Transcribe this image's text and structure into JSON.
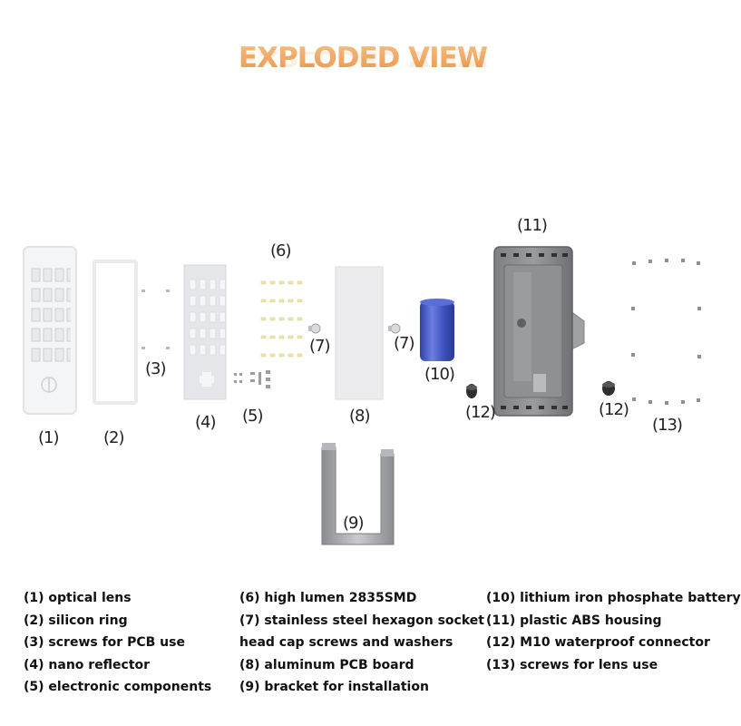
{
  "title": "EXPLODED VIEW",
  "labels": {
    "p1": "(1)",
    "p2": "(2)",
    "p3": "(3)",
    "p4": "(4)",
    "p5": "(5)",
    "p6": "(6)",
    "p7a": "(7)",
    "p7b": "(7)",
    "p8": "(8)",
    "p9": "(9)",
    "p10": "(10)",
    "p11": "(11)",
    "p12a": "(12)",
    "p12b": "(12)",
    "p13": "(13)"
  },
  "legend": {
    "col1": [
      "(1) optical lens",
      "(2) silicon ring",
      "(3) screws for PCB use",
      "(4) nano reflector",
      "(5) electronic components"
    ],
    "col2": [
      "(6) high lumen 2835SMD",
      "(7) stainless steel hexagon socket",
      "head cap screws and washers",
      "(8) aluminum PCB board",
      "(9) bracket for installation"
    ],
    "col3": [
      "(10) lithium iron phosphate battery",
      "(11) plastic ABS housing",
      "(12) M10 waterproof connector",
      "(13) screws for lens use"
    ]
  },
  "colors": {
    "title": "#f0a055",
    "battery": "#4a5fc8",
    "housing": "#8a8c90",
    "bracket": "#9a9ca0"
  }
}
